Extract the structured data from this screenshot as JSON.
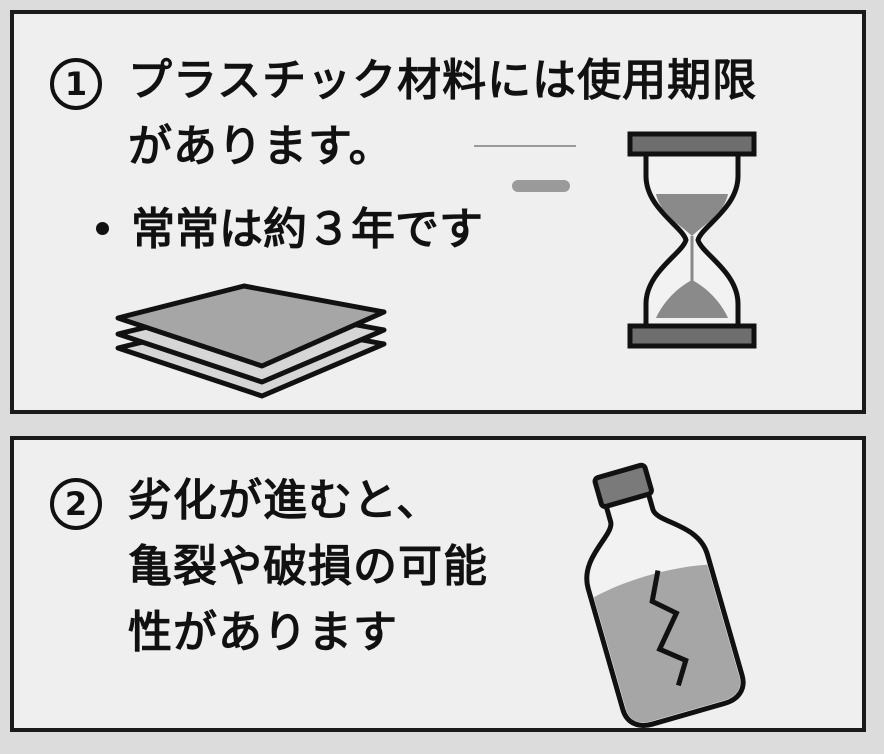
{
  "panel1": {
    "number": "1",
    "heading_line1": "プラスチック材料には使用期限",
    "heading_line2": "があります。",
    "bullet": "常常は約３年です"
  },
  "panel2": {
    "number": "2",
    "line1": "劣化が進むと、",
    "line2": "亀裂や破損の可能",
    "line3": "性があります"
  },
  "icons": {
    "sheets": "plastic-sheets-icon",
    "hourglass": "hourglass-icon",
    "bottle": "cracked-bottle-icon"
  },
  "colors": {
    "background": "#dcdcdc",
    "panel": "#efefef",
    "ink": "#111111",
    "fill_gray": "#a6a6a6",
    "sand_gray": "#8a8a8a"
  }
}
